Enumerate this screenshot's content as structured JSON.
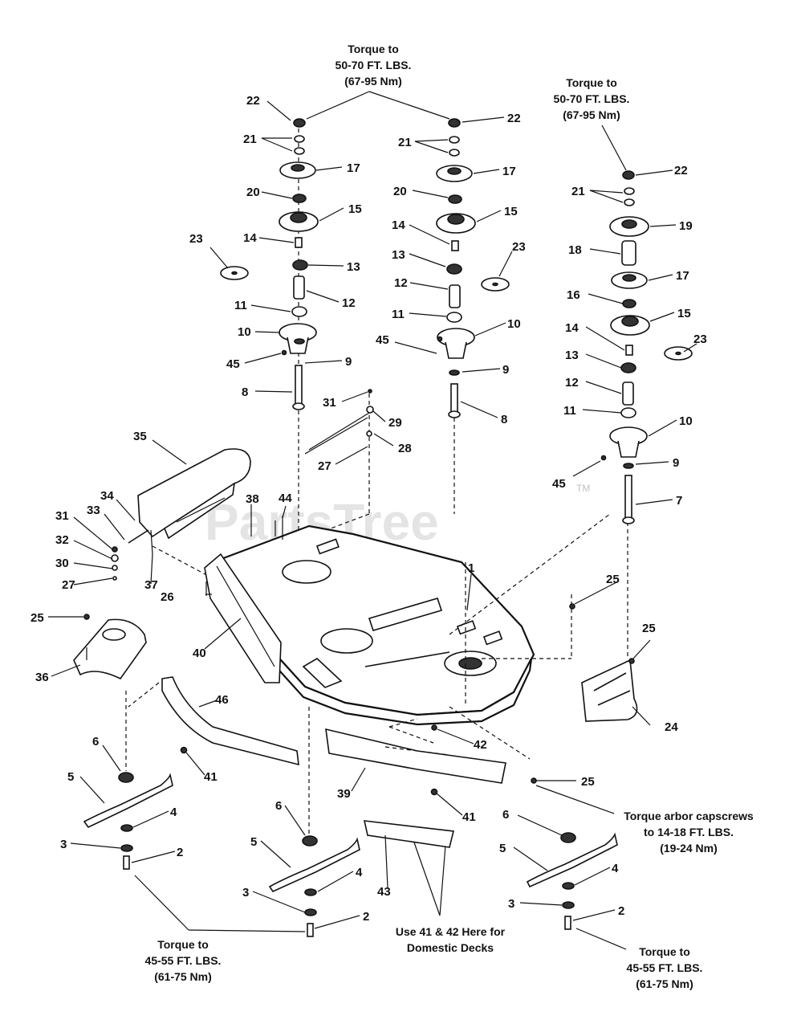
{
  "watermark": {
    "text": "PartsTree",
    "tm": "TM"
  },
  "notes": {
    "torque_left_top": [
      "Torque to",
      "50-70 FT. LBS.",
      "(67-95 Nm)"
    ],
    "torque_right_top": [
      "Torque to",
      "50-70 FT. LBS.",
      "(67-95 Nm)"
    ],
    "torque_arbor": [
      "Torque arbor capscrews",
      "to 14-18 FT. LBS.",
      "(19-24 Nm)"
    ],
    "domestic": [
      "Use 41 & 42 Here for",
      "Domestic Decks"
    ],
    "torque_bl": [
      "Torque to",
      "45-55 FT. LBS.",
      "(61-75 Nm)"
    ],
    "torque_br": [
      "Torque to",
      "45-55 FT. LBS.",
      "(61-75 Nm)"
    ]
  },
  "callouts": [
    "22",
    "21",
    "17",
    "20",
    "15",
    "14",
    "13",
    "12",
    "11",
    "10",
    "45",
    "9",
    "8",
    "23",
    "22",
    "21",
    "17",
    "20",
    "15",
    "14",
    "13",
    "12",
    "11",
    "45",
    "10",
    "9",
    "8",
    "23",
    "22",
    "21",
    "19",
    "18",
    "17",
    "16",
    "15",
    "14",
    "13",
    "12",
    "11",
    "10",
    "9",
    "45",
    "7",
    "23",
    "31",
    "29",
    "28",
    "27",
    "35",
    "34",
    "33",
    "31",
    "32",
    "30",
    "27",
    "37",
    "38",
    "44",
    "1",
    "25",
    "26",
    "25",
    "36",
    "40",
    "46",
    "25",
    "24",
    "6",
    "5",
    "4",
    "3",
    "2",
    "41",
    "42",
    "39",
    "41",
    "25",
    "6",
    "5",
    "4",
    "3",
    "2",
    "43",
    "6",
    "5",
    "4",
    "3",
    "2"
  ]
}
